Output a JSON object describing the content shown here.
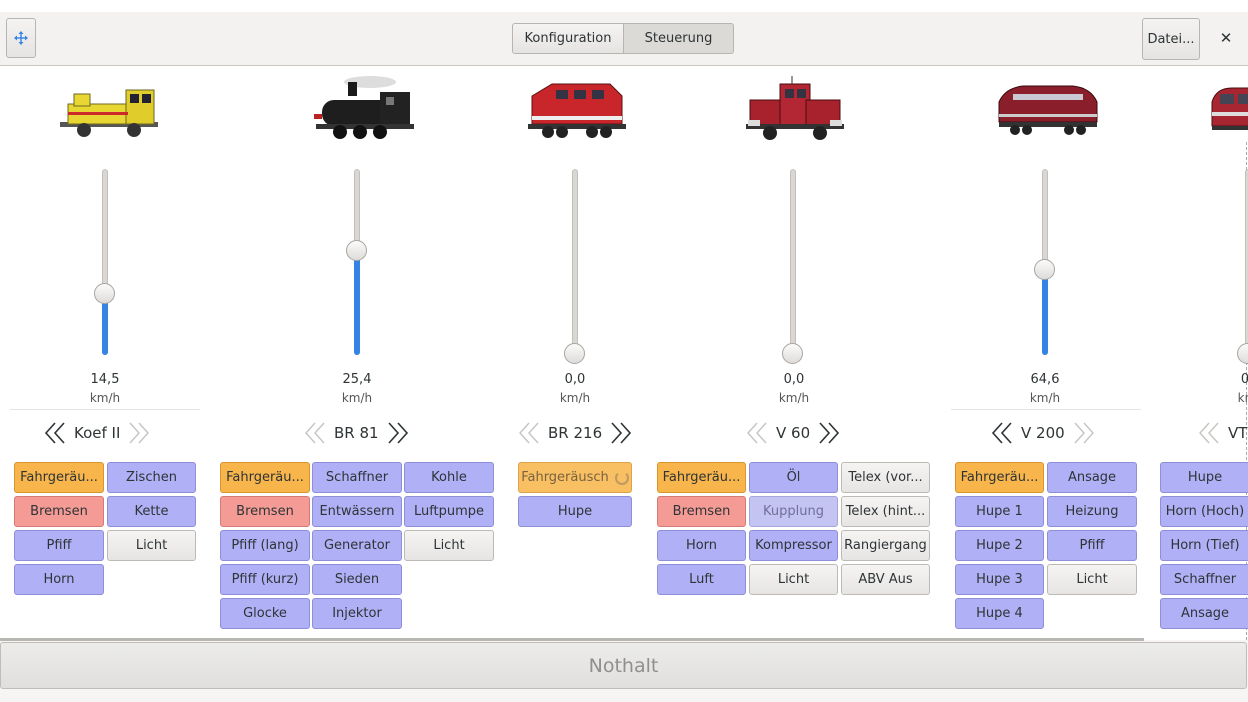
{
  "header": {
    "tab_config": "Konfiguration",
    "tab_control": "Steuerung",
    "file_button": "Datei...",
    "close_glyph": "✕"
  },
  "emergency_stop": "Nothalt",
  "locomotives": [
    {
      "name": "Koef II",
      "speed": "14,5",
      "unit": "km/h",
      "speed_fraction": 0.32,
      "prev_enabled": true,
      "next_enabled": false,
      "functions": [
        {
          "label": "Fahrgeräu...",
          "style": "orange"
        },
        {
          "label": "Zischen",
          "style": "purple"
        },
        {
          "label": "Bremsen",
          "style": "red"
        },
        {
          "label": "Kette",
          "style": "purple"
        },
        {
          "label": "Pfiff",
          "style": "purple"
        },
        {
          "label": "Licht",
          "style": "grey"
        },
        {
          "label": "Horn",
          "style": "purple"
        }
      ]
    },
    {
      "name": "BR 81",
      "speed": "25,4",
      "unit": "km/h",
      "speed_fraction": 0.56,
      "prev_enabled": false,
      "next_enabled": true,
      "functions": [
        {
          "label": "Fahrgeräu...",
          "style": "orange"
        },
        {
          "label": "Schaffner",
          "style": "purple"
        },
        {
          "label": "Kohle",
          "style": "purple"
        },
        {
          "label": "Bremsen",
          "style": "red"
        },
        {
          "label": "Entwässern",
          "style": "purple"
        },
        {
          "label": "Luftpumpe",
          "style": "purple"
        },
        {
          "label": "Pfiff (lang)",
          "style": "purple"
        },
        {
          "label": "Generator",
          "style": "purple"
        },
        {
          "label": "Licht",
          "style": "grey"
        },
        {
          "label": "Pfiff (kurz)",
          "style": "purple"
        },
        {
          "label": "Sieden",
          "style": "purple"
        },
        {
          "label": "Glocke",
          "style": "purple"
        },
        {
          "label": "Injektor",
          "style": "purple"
        }
      ]
    },
    {
      "name": "BR 216",
      "speed": "0,0",
      "unit": "km/h",
      "speed_fraction": 0.0,
      "prev_enabled": false,
      "next_enabled": true,
      "functions": [
        {
          "label": "Fahrgeräusch",
          "style": "orange-inactive"
        },
        {
          "label": "Hupe",
          "style": "purple"
        }
      ]
    },
    {
      "name": "V 60",
      "speed": "0,0",
      "unit": "km/h",
      "speed_fraction": 0.0,
      "prev_enabled": false,
      "next_enabled": true,
      "functions": [
        {
          "label": "Fahrgeräu...",
          "style": "orange"
        },
        {
          "label": "Öl",
          "style": "purple"
        },
        {
          "label": "Telex (vor...",
          "style": "grey"
        },
        {
          "label": "Bremsen",
          "style": "red"
        },
        {
          "label": "Kupplung",
          "style": "inactive"
        },
        {
          "label": "Telex (hint...",
          "style": "grey"
        },
        {
          "label": "Horn",
          "style": "purple"
        },
        {
          "label": "Kompressor",
          "style": "purple"
        },
        {
          "label": "Rangiergang",
          "style": "grey"
        },
        {
          "label": "Luft",
          "style": "purple"
        },
        {
          "label": "Licht",
          "style": "grey"
        },
        {
          "label": "ABV Aus",
          "style": "grey"
        }
      ]
    },
    {
      "name": "V 200",
      "speed": "64,6",
      "unit": "km/h",
      "speed_fraction": 0.46,
      "prev_enabled": true,
      "next_enabled": false,
      "functions": [
        {
          "label": "Fahrgeräu...",
          "style": "orange"
        },
        {
          "label": "Ansage",
          "style": "purple"
        },
        {
          "label": "Hupe 1",
          "style": "purple"
        },
        {
          "label": "Heizung",
          "style": "purple"
        },
        {
          "label": "Hupe 2",
          "style": "purple"
        },
        {
          "label": "Pfiff",
          "style": "purple"
        },
        {
          "label": "Hupe 3",
          "style": "purple"
        },
        {
          "label": "Licht",
          "style": "grey"
        },
        {
          "label": "Hupe 4",
          "style": "purple"
        }
      ]
    },
    {
      "name": "VT",
      "speed": "0",
      "unit": "km",
      "speed_fraction": 0.0,
      "prev_enabled": false,
      "next_enabled": false,
      "functions": [
        {
          "label": "Hupe",
          "style": "purple"
        },
        {
          "label": "Horn (Hoch)",
          "style": "purple"
        },
        {
          "label": "Horn (Tief)",
          "style": "purple"
        },
        {
          "label": "Schaffner",
          "style": "purple"
        },
        {
          "label": "Ansage",
          "style": "purple"
        }
      ]
    }
  ]
}
